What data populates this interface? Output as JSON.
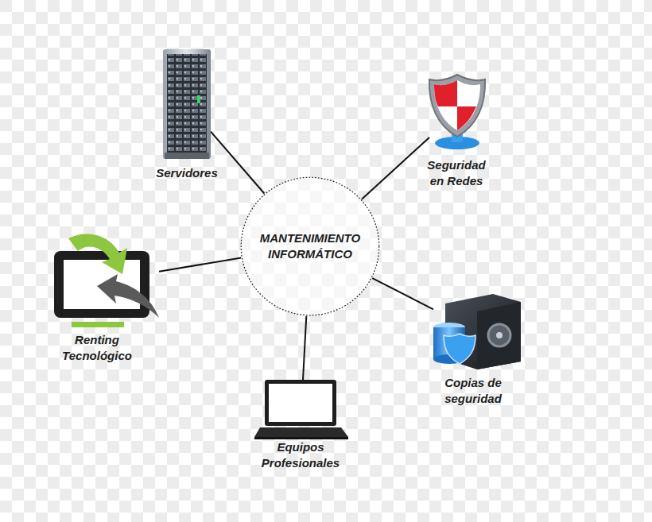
{
  "diagram": {
    "nodes": [
      {
        "text": [
          "Servidores"
        ]
      },
      {
        "text": [
          "Seguridad en Redes"
        ]
      },
      {
        "text": [
          "MANTENIMIENTO INFORMÁTICO"
        ]
      },
      {
        "text": [
          "Renting Tecnológico"
        ]
      },
      {
        "text": [
          "Copias de seguridad"
        ]
      },
      {
        "text": [
          "Equipos Profesionales"
        ]
      }
    ],
    "edges": [
      {
        "from": 2,
        "to": 0,
        "arrow": "none"
      },
      {
        "from": 2,
        "to": 1,
        "arrow": "none"
      },
      {
        "from": 2,
        "to": 3,
        "arrow": "none"
      },
      {
        "from": 2,
        "to": 4,
        "arrow": "none"
      },
      {
        "from": 2,
        "to": 5,
        "arrow": "none"
      }
    ]
  }
}
